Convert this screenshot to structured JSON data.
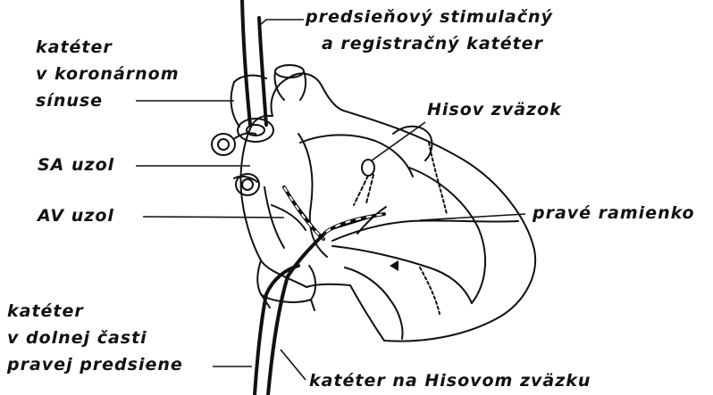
{
  "labels": {
    "atrial_catheter": [
      "predsieňový stimulačný",
      "a registračný katéter"
    ],
    "coronary_sinus_catheter": [
      "katéter",
      "v koronárnom",
      "sínuse"
    ],
    "his_bundle": "Hisov zväzok",
    "sa_node": "SA uzol",
    "av_node": "AV uzol",
    "right_bundle": "pravé ramienko",
    "lower_ra_catheter": [
      "katéter",
      "v dolnej časti",
      "pravej predsiene"
    ],
    "his_catheter": "katéter na Hisovom zväzku"
  }
}
